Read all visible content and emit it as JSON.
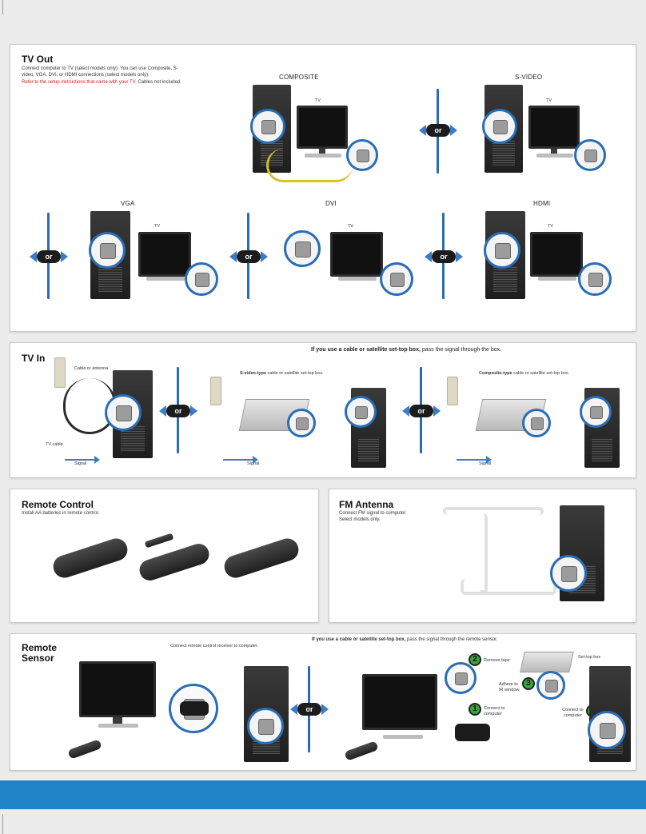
{
  "tv_out": {
    "title": "TV Out",
    "desc": "Connect computer to TV (select models only). You can use Composite, S-video, VGA, DVI, or HDMI connections (select models only).",
    "note_red": "Refer to the setup instructions that came with your TV.",
    "note_black": "Cables not included.",
    "labels": {
      "composite": "COMPOSITE",
      "svideo": "S-VIDEO",
      "vga": "VGA",
      "dvi": "DVI",
      "hdmi": "HDMI"
    },
    "tv": "TV"
  },
  "or_label": "or",
  "tv_in": {
    "title": "TV In",
    "note_bold": "If you use a cable or satellite set-top box,",
    "note_rest": "pass the signal through the box.",
    "cable_or_antenna": "Cable or antenna",
    "tv_cable": "TV cable",
    "signal": "Signal",
    "svideo_type_bold": "S-video-type",
    "svideo_type_rest": "cable or satellite set-top box.",
    "composite_type_bold": "Composite-type",
    "composite_type_rest": "cable or satellite set-top box."
  },
  "remote_control": {
    "title": "Remote Control",
    "desc": "Install AA batteries in remote control."
  },
  "fm_antenna": {
    "title": "FM Antenna",
    "desc1": "Connect FM signal to computer.",
    "desc2": "Select models only."
  },
  "remote_sensor": {
    "title1": "Remote",
    "title2": "Sensor",
    "connect": "Connect remote control receiver to computer.",
    "note_bold": "If you use a cable or satellite set-top box,",
    "note_rest": "pass the signal through the remote sensor.",
    "remove_tape": "Remove tape",
    "set_top_box": "Set-top box",
    "adhere_1": "Adhere to",
    "adhere_2": "IR window",
    "connect_to_1": "Connect to",
    "connect_to_2": "computer",
    "steps": [
      "2",
      "3",
      "1",
      "4"
    ]
  },
  "colors": {
    "accent": "#2a6db5",
    "footer": "#1f84c8",
    "red_text": "#d0201c",
    "badge_green": "#3aa33a"
  }
}
